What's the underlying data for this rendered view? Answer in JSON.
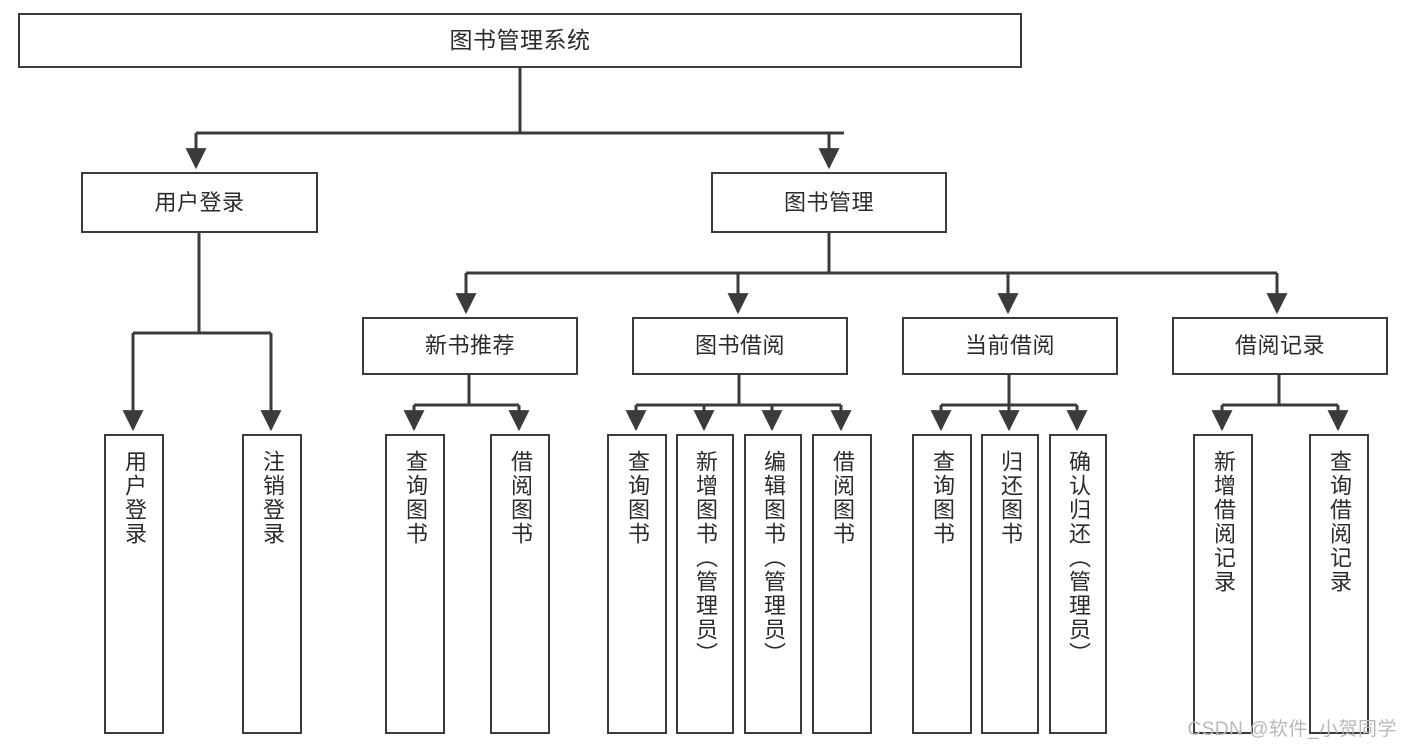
{
  "diagram": {
    "title": "图书管理系统",
    "type": "functional-structure-tree",
    "watermark": "CSDN @软件_小贺同学",
    "colors": {
      "background": "#ffffff",
      "box_border": "#3b3b3b",
      "box_fill": "#ffffff",
      "text": "#2b2b2b",
      "edge": "#3b3b3b",
      "watermark": "#b8b8b8"
    }
  },
  "root": {
    "label": "图书管理系统"
  },
  "level1": [
    {
      "label": "用户登录"
    },
    {
      "label": "图书管理"
    }
  ],
  "level2": [
    {
      "label": "新书推荐"
    },
    {
      "label": "图书借阅"
    },
    {
      "label": "当前借阅"
    },
    {
      "label": "借阅记录"
    }
  ],
  "leaves": {
    "user_login": [
      {
        "label": "用户登录"
      },
      {
        "label": "注销登录"
      }
    ],
    "new_book": [
      {
        "label": "查询图书"
      },
      {
        "label": "借阅图书"
      }
    ],
    "book_borrow": [
      {
        "label": "查询图书"
      },
      {
        "label": "新增图书（管理员）"
      },
      {
        "label": "编辑图书（管理员）"
      },
      {
        "label": "借阅图书"
      }
    ],
    "current_borrow": [
      {
        "label": "查询图书"
      },
      {
        "label": "归还图书"
      },
      {
        "label": "确认归还（管理员）"
      }
    ],
    "borrow_record": [
      {
        "label": "新增借阅记录"
      },
      {
        "label": "查询借阅记录"
      }
    ]
  }
}
